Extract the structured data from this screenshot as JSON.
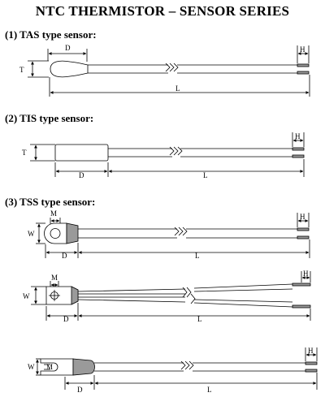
{
  "title": "NTC THERMISTOR – SENSOR SERIES",
  "sections": [
    {
      "label": "(1) TAS type sensor:",
      "dims": {
        "d": "D",
        "t": "T",
        "h": "H",
        "l": "L"
      }
    },
    {
      "label": "(2) TIS type sensor:",
      "dims": {
        "t": "T",
        "h": "H",
        "d": "D",
        "l": "L"
      }
    },
    {
      "label": "(3) TSS type sensor:",
      "dims": {
        "m": "M",
        "w": "W",
        "h": "H",
        "d": "D",
        "l": "L"
      }
    },
    {
      "dims": {
        "m": "M",
        "w": "W",
        "h": "H",
        "d": "D",
        "l": "L"
      }
    },
    {
      "dims": {
        "w": "W",
        "m": "M",
        "h": "H",
        "d": "D",
        "l": "L"
      }
    }
  ],
  "colors": {
    "line": "#000000",
    "sensor_fill": "#d8d8d8",
    "shade": "#9a9a9a"
  }
}
